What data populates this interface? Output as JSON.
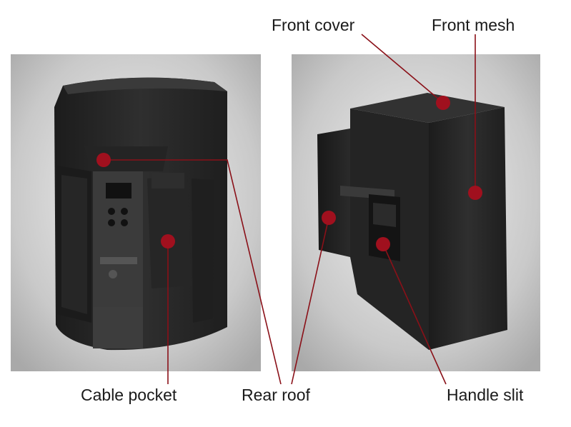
{
  "labels": {
    "front_cover": "Front cover",
    "front_mesh": "Front mesh",
    "cable_pocket": "Cable pocket",
    "rear_roof": "Rear roof",
    "handle_slit": "Handle slit"
  },
  "colors": {
    "marker": "#a0101e",
    "leader_line": "#8a1018",
    "cover_fabric": "#2a2a2a",
    "background_panel": "#cfcfcf"
  }
}
